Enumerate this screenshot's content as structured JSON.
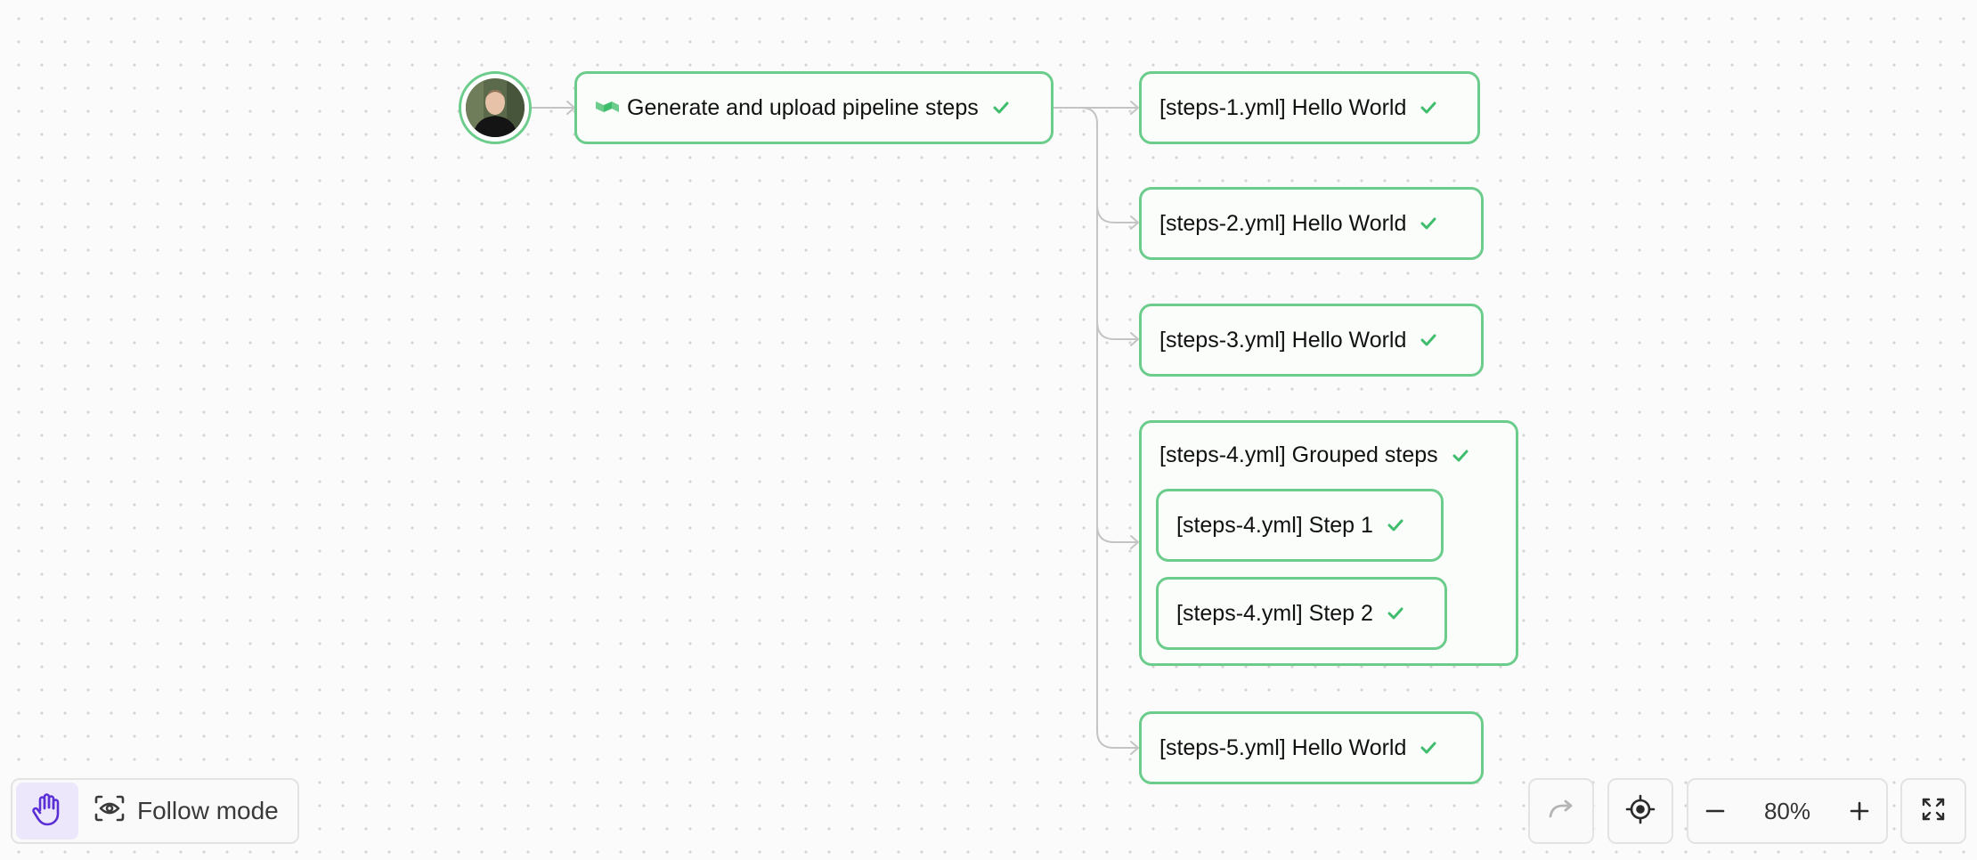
{
  "pipeline": {
    "trigger_step": {
      "label": "Generate and upload pipeline steps",
      "icon": "buildkite-logo-icon",
      "status": "passed"
    },
    "steps": [
      {
        "label": "[steps-1.yml] Hello World",
        "status": "passed"
      },
      {
        "label": "[steps-2.yml] Hello World",
        "status": "passed"
      },
      {
        "label": "[steps-3.yml] Hello World",
        "status": "passed"
      },
      {
        "label": "[steps-4.yml] Grouped steps",
        "status": "passed",
        "children": [
          {
            "label": "[steps-4.yml] Step 1",
            "status": "passed"
          },
          {
            "label": "[steps-4.yml] Step 2",
            "status": "passed"
          }
        ]
      },
      {
        "label": "[steps-5.yml] Hello World",
        "status": "passed"
      }
    ]
  },
  "toolbar": {
    "hand_tool_icon": "hand-icon",
    "follow_mode_icon": "eye-scan-icon",
    "follow_mode_label": "Follow mode"
  },
  "controls": {
    "redo_icon": "redo-icon",
    "recenter_icon": "crosshair-icon",
    "zoom_level": "80%",
    "fullscreen_icon": "expand-icon"
  },
  "colors": {
    "status_passed": "#6ccc8b",
    "check": "#3fbd6c",
    "edge": "#c4c4c4",
    "hand_active_bg": "#ece7fb",
    "hand_icon": "#5a2fd6"
  }
}
